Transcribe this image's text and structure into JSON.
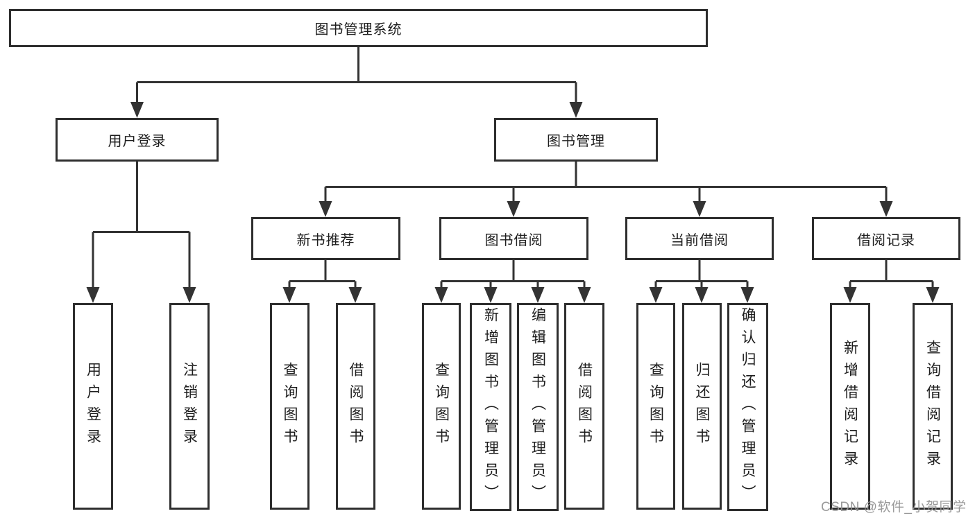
{
  "diagram_type": "hierarchy-tree",
  "colors": {
    "background": "#ffffff",
    "line": "#333333",
    "box_border": "#2e2e2e",
    "text": "#1d1d1d",
    "watermark": "#949494"
  },
  "tree": {
    "label": "图书管理系统",
    "children": [
      {
        "label": "用户登录",
        "children": [
          {
            "label": "用户登录"
          },
          {
            "label": "注销登录"
          }
        ]
      },
      {
        "label": "图书管理",
        "children": [
          {
            "label": "新书推荐",
            "children": [
              {
                "label": "查询图书"
              },
              {
                "label": "借阅图书"
              }
            ]
          },
          {
            "label": "图书借阅",
            "children": [
              {
                "label": "查询图书"
              },
              {
                "label": "新增图书（管理员）"
              },
              {
                "label": "编辑图书（管理员）"
              },
              {
                "label": "借阅图书"
              }
            ]
          },
          {
            "label": "当前借阅",
            "children": [
              {
                "label": "查询图书"
              },
              {
                "label": "归还图书"
              },
              {
                "label": "确认归还（管理员）"
              }
            ]
          },
          {
            "label": "借阅记录",
            "children": [
              {
                "label": "新增借阅记录"
              },
              {
                "label": "查询借阅记录"
              }
            ]
          }
        ]
      }
    ]
  },
  "watermark": {
    "text": "CSDN @软件_小贺同学"
  }
}
